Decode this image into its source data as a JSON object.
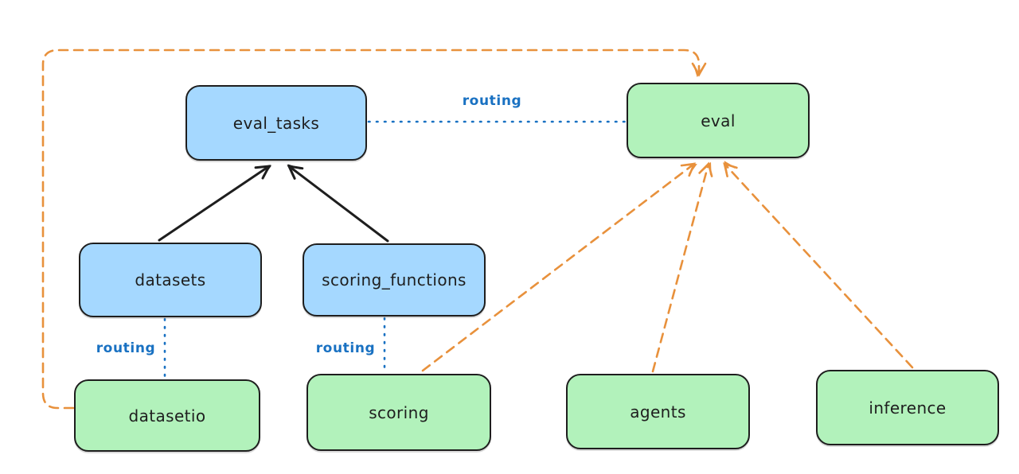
{
  "diagram": {
    "background": "#ffffff",
    "nodes": [
      {
        "id": "eval_tasks",
        "label": "eval_tasks",
        "color": "blue"
      },
      {
        "id": "eval",
        "label": "eval",
        "color": "green"
      },
      {
        "id": "datasets",
        "label": "datasets",
        "color": "blue"
      },
      {
        "id": "scoring_functions",
        "label": "scoring_functions",
        "color": "blue"
      },
      {
        "id": "datasetio",
        "label": "datasetio",
        "color": "green"
      },
      {
        "id": "scoring",
        "label": "scoring",
        "color": "green"
      },
      {
        "id": "agents",
        "label": "agents",
        "color": "green"
      },
      {
        "id": "inference",
        "label": "inference",
        "color": "green"
      }
    ],
    "edges": [
      {
        "from": "datasets",
        "to": "eval_tasks",
        "style": "solid-arrow",
        "color": "black",
        "label": ""
      },
      {
        "from": "scoring_functions",
        "to": "eval_tasks",
        "style": "solid-arrow",
        "color": "black",
        "label": ""
      },
      {
        "from": "eval_tasks",
        "to": "eval",
        "style": "dotted-line",
        "color": "blue",
        "label": "routing"
      },
      {
        "from": "datasets",
        "to": "datasetio",
        "style": "dotted-line",
        "color": "blue",
        "label": "routing"
      },
      {
        "from": "scoring_functions",
        "to": "scoring",
        "style": "dotted-line",
        "color": "blue",
        "label": "routing"
      },
      {
        "from": "datasetio",
        "to": "eval",
        "style": "dashed-arrow",
        "color": "orange",
        "label": ""
      },
      {
        "from": "scoring",
        "to": "eval",
        "style": "dashed-arrow",
        "color": "orange",
        "label": ""
      },
      {
        "from": "agents",
        "to": "eval",
        "style": "dashed-arrow",
        "color": "orange",
        "label": ""
      },
      {
        "from": "inference",
        "to": "eval",
        "style": "dashed-arrow",
        "color": "orange",
        "label": ""
      }
    ],
    "colors": {
      "blue_node_fill": "#a5d8ff",
      "green_node_fill": "#b2f2bb",
      "node_border": "#1e1e1e",
      "solid_arrow": "#1e1e1e",
      "routing_line": "#1971c2",
      "routing_label_text": "#1971c2",
      "provider_dashed_line": "#e8913c"
    }
  }
}
